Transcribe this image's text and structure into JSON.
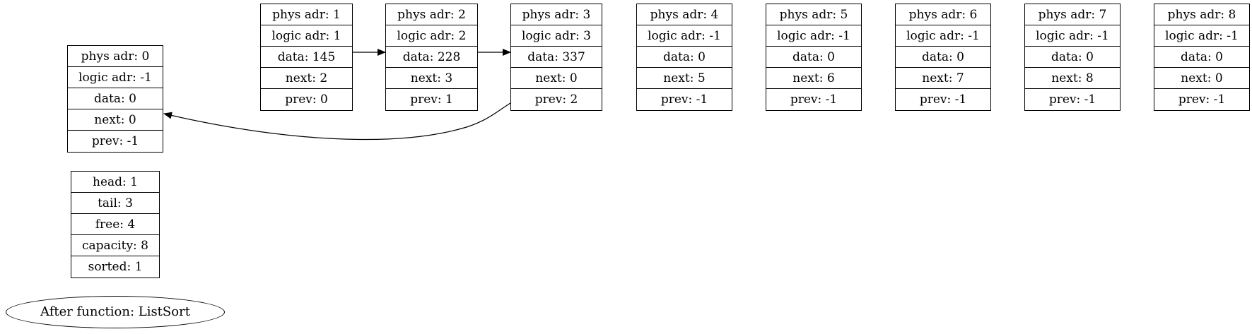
{
  "nodes": [
    {
      "phys": "phys adr: 0",
      "logic": "logic adr: -1",
      "data": "data: 0",
      "next": "next: 0",
      "prev": "prev: -1"
    },
    {
      "phys": "phys adr: 1",
      "logic": "logic adr: 1",
      "data": "data: 145",
      "next": "next: 2",
      "prev": "prev: 0"
    },
    {
      "phys": "phys adr: 2",
      "logic": "logic adr: 2",
      "data": "data: 228",
      "next": "next: 3",
      "prev": "prev: 1"
    },
    {
      "phys": "phys adr: 3",
      "logic": "logic adr: 3",
      "data": "data: 337",
      "next": "next: 0",
      "prev": "prev: 2"
    },
    {
      "phys": "phys adr: 4",
      "logic": "logic adr: -1",
      "data": "data: 0",
      "next": "next: 5",
      "prev": "prev: -1"
    },
    {
      "phys": "phys adr: 5",
      "logic": "logic adr: -1",
      "data": "data: 0",
      "next": "next: 6",
      "prev": "prev: -1"
    },
    {
      "phys": "phys adr: 6",
      "logic": "logic adr: -1",
      "data": "data: 0",
      "next": "next: 7",
      "prev": "prev: -1"
    },
    {
      "phys": "phys adr: 7",
      "logic": "logic adr: -1",
      "data": "data: 0",
      "next": "next: 8",
      "prev": "prev: -1"
    },
    {
      "phys": "phys adr: 8",
      "logic": "logic adr: -1",
      "data": "data: 0",
      "next": "next: 0",
      "prev": "prev: -1"
    }
  ],
  "info": {
    "head": "head: 1",
    "tail": "tail: 3",
    "free": "free: 4",
    "capacity": "capacity: 8",
    "sorted": "sorted: 1"
  },
  "caption": "After function: ListSort"
}
